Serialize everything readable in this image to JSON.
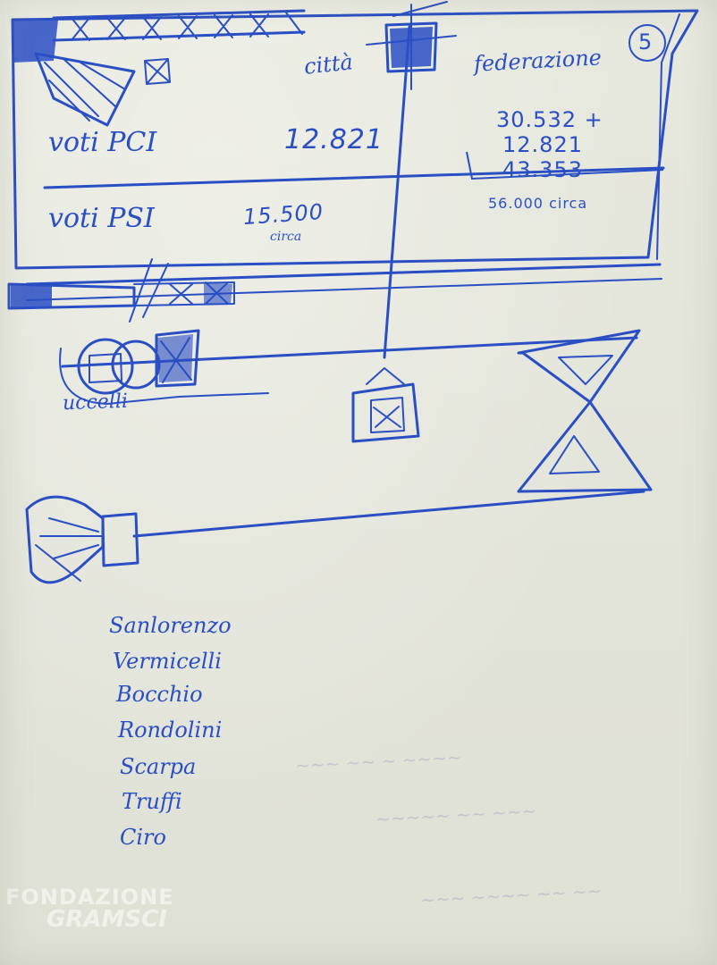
{
  "page_number": "5",
  "table": {
    "col_city": "città",
    "col_federation": "federazione",
    "row1_label": "voti PCI",
    "row1_city_value": "12.821",
    "row1_fed_line1": "30.532 +",
    "row1_fed_line2": "12.821",
    "row1_fed_total": "43.353",
    "row2_label": "voti PSI",
    "row2_city_value": "15.500",
    "row2_city_note": "circa",
    "row2_fed_value": "56.000 circa"
  },
  "scribble_word": "uccelli",
  "names": [
    "Sanlorenzo",
    "Vermicelli",
    "Bocchio",
    "Rondolini",
    "Scarpa",
    "Truffi",
    "Ciro"
  ],
  "watermark": {
    "line1": "FONDAZIONE",
    "line2": "GRAMSCI"
  },
  "colors": {
    "ink": "#2a4fc4",
    "paper": "#e4e5db"
  }
}
